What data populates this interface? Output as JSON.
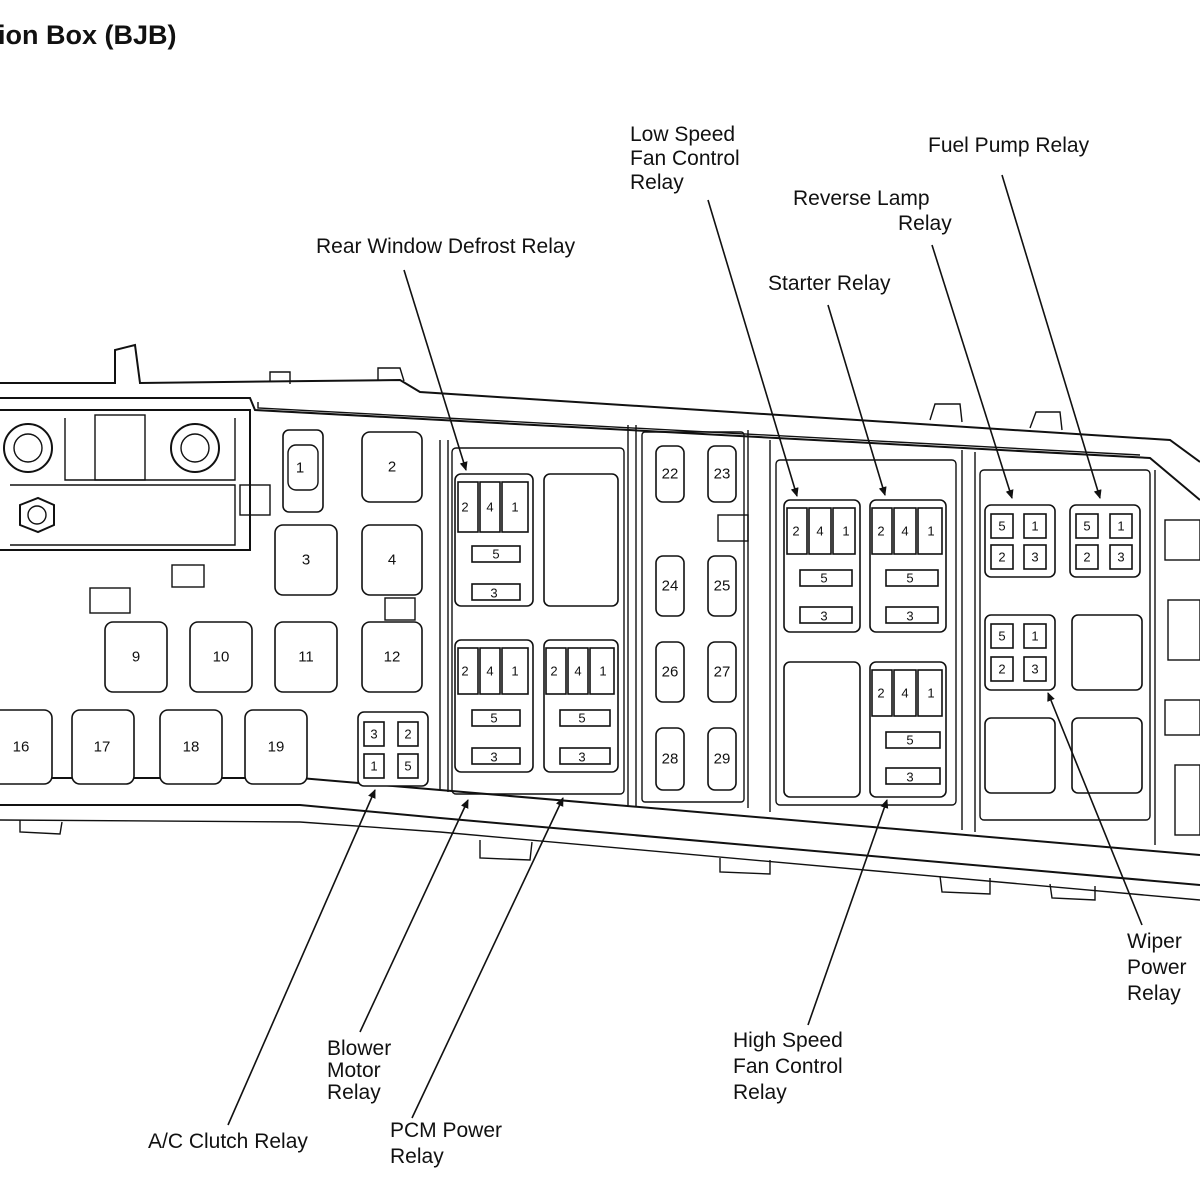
{
  "title": "ion Box (BJB)",
  "labels": {
    "low_speed_fan": [
      "Low Speed",
      "Fan Control",
      "Relay"
    ],
    "fuel_pump": [
      "Fuel Pump Relay"
    ],
    "reverse_lamp": [
      "Reverse Lamp",
      "Relay"
    ],
    "starter": [
      "Starter Relay"
    ],
    "rear_defrost": [
      "Rear Window Defrost Relay"
    ],
    "wiper_power": [
      "Wiper",
      "Power",
      "Relay"
    ],
    "high_speed_fan": [
      "High Speed",
      "Fan Control",
      "Relay"
    ],
    "blower_motor": [
      "Blower",
      "Motor",
      "Relay"
    ],
    "pcm_power": [
      "PCM Power",
      "Relay"
    ],
    "ac_clutch": [
      "A/C Clutch Relay"
    ]
  },
  "fuses": {
    "f1": "1",
    "f2": "2",
    "f3": "3",
    "f4": "4",
    "f9": "9",
    "f10": "10",
    "f11": "11",
    "f12": "12",
    "f16": "16",
    "f17": "17",
    "f18": "18",
    "f19": "19",
    "f22": "22",
    "f23": "23",
    "f24": "24",
    "f25": "25",
    "f26": "26",
    "f27": "27",
    "f28": "28",
    "f29": "29"
  },
  "pins": {
    "p1": "1",
    "p2": "2",
    "p3": "3",
    "p4": "4",
    "p5": "5"
  }
}
